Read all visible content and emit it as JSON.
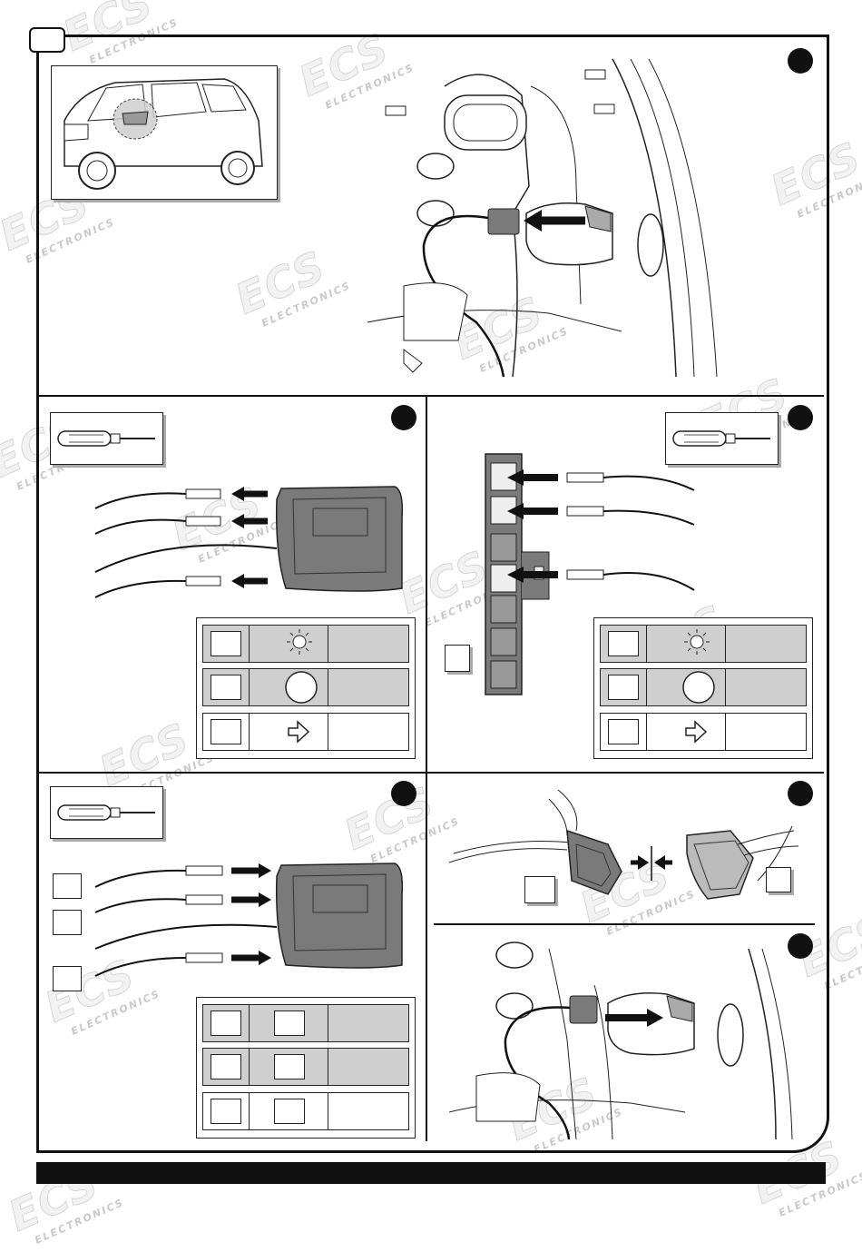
{
  "watermark": {
    "logo_text": "ECS",
    "tagline": "ELECTRONICS"
  },
  "steps": [
    {
      "id": 1,
      "name": "connector-location"
    },
    {
      "id": 2,
      "name": "unpin-plug-wires"
    },
    {
      "id": 3,
      "name": "insert-into-connector-block"
    },
    {
      "id": 4,
      "name": "remove-wires"
    },
    {
      "id": 5,
      "name": "join-connectors"
    },
    {
      "id": 6,
      "name": "disconnect-plug"
    }
  ],
  "legend_icons": [
    "light-icon",
    "circle-icon",
    "arrow-right-icon"
  ],
  "colors": {
    "line": "#111111",
    "legend_fill": "#cfcfcf",
    "connector_fill": "#7a7a7a"
  }
}
